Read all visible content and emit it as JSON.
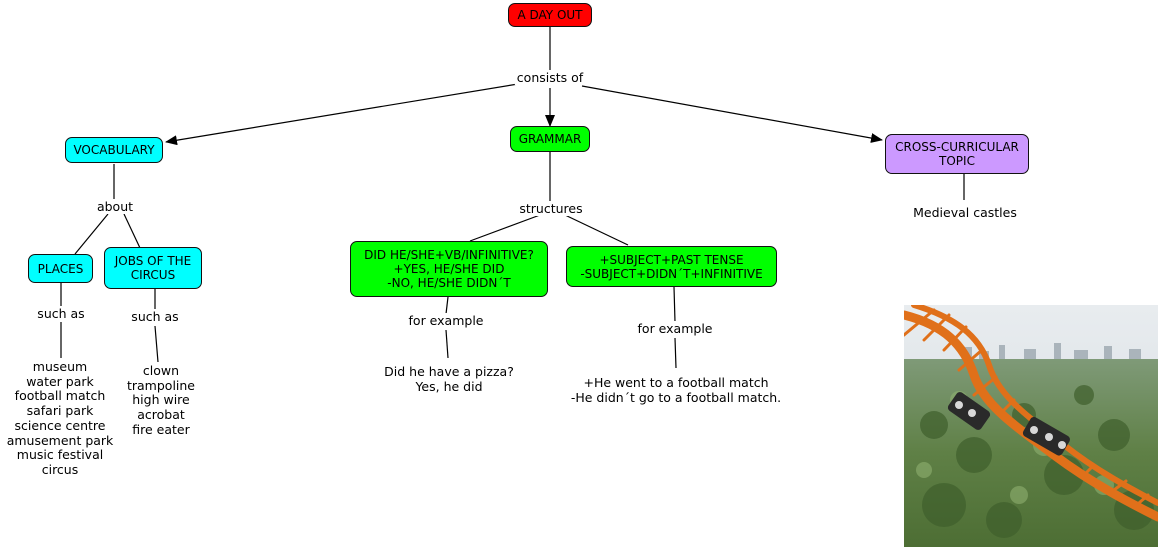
{
  "title": "A DAY OUT",
  "link_consists": "consists of",
  "branches": {
    "vocabulary": {
      "label": "VOCABULARY",
      "link": "about",
      "places": {
        "label": "PLACES",
        "link": "such as",
        "items": [
          "museum",
          "water park",
          "football match",
          "safari park",
          "science centre",
          "amusement park",
          "music festival",
          "circus"
        ]
      },
      "jobs": {
        "label": "JOBS OF THE\nCIRCUS",
        "link": "such as",
        "items": [
          "clown",
          "trampoline",
          "high wire",
          "acrobat",
          "fire eater"
        ]
      }
    },
    "grammar": {
      "label": "GRAMMAR",
      "link": "structures",
      "questions": {
        "label": "DID HE/SHE+VB/INFINITIVE?\n+YES, HE/SHE DID\n-NO, HE/SHE DIDN´T",
        "link": "for example",
        "example": "Did he have a pizza?\nYes, he did"
      },
      "statements": {
        "label": "+SUBJECT+PAST TENSE\n-SUBJECT+DIDN´T+INFINITIVE",
        "link": "for example",
        "example": "+He went to a football match\n-He didn´t go to a football match."
      }
    },
    "cross": {
      "label": "CROSS-CURRICULAR\nTOPIC",
      "topic": "Medieval castles"
    }
  },
  "colors": {
    "title": "#ff0000",
    "vocabulary": "#00ffff",
    "grammar": "#00ff00",
    "cross": "#cc99ff"
  },
  "image_icon": "roller-coaster-photo"
}
